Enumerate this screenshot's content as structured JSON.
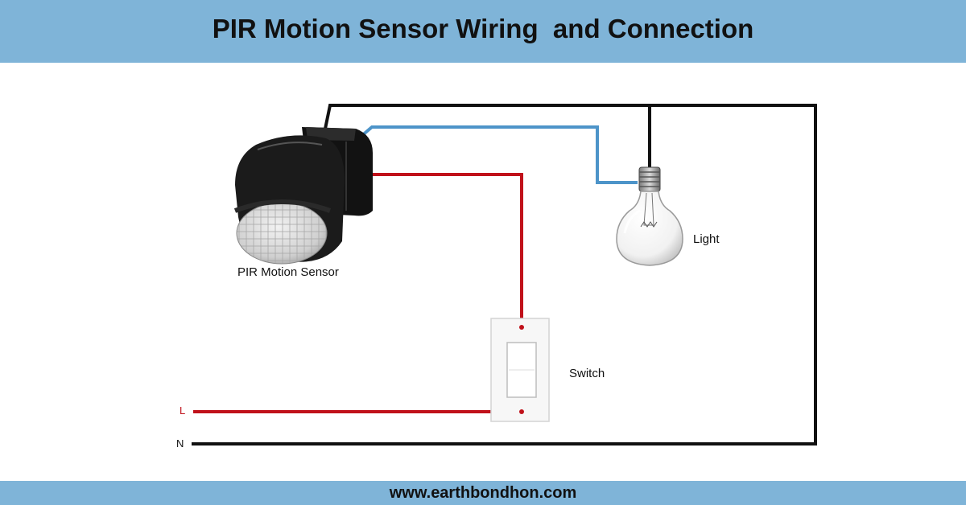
{
  "header": {
    "title": "PIR Motion Sensor Wiring  and Connection"
  },
  "footer": {
    "url": "www.earthbondhon.com"
  },
  "labels": {
    "sensor": "PIR Motion Sensor",
    "light": "Light",
    "switch": "Switch",
    "live": "L",
    "neutral": "N"
  },
  "colors": {
    "banner": "#7fb4d8",
    "live_wire": "#c0111a",
    "neutral_wire": "#111111",
    "load_wire": "#4d94c9",
    "sensor_body": "#1b1b1b"
  },
  "icons": {
    "sensor": "pir-motion-sensor-icon",
    "light": "light-bulb-icon",
    "switch": "wall-switch-icon"
  }
}
